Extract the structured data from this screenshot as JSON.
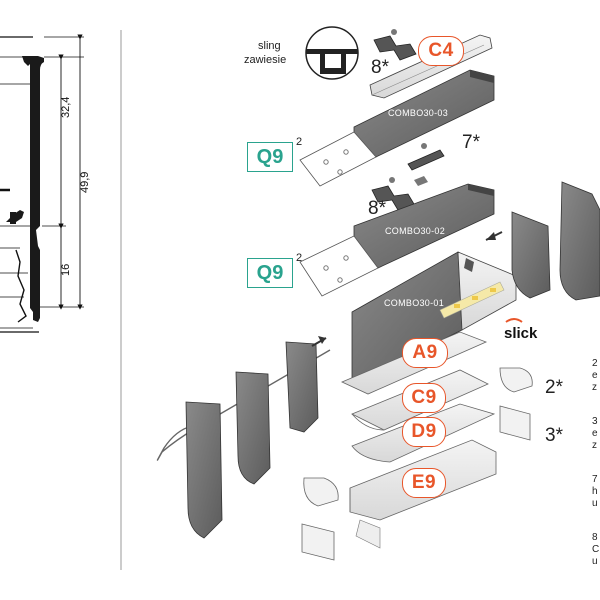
{
  "dimensions": {
    "upper": "32,4",
    "total": "49,9",
    "lower": "16"
  },
  "sling": {
    "line1": "sling",
    "line2": "zawiesie"
  },
  "badges": {
    "c4": "C4",
    "q9_top": "Q9",
    "q9_bottom": "Q9",
    "a9": "A9",
    "c9": "C9",
    "d9": "D9",
    "e9": "E9"
  },
  "superscripts": {
    "q9_top": "2",
    "q9_bottom": "2"
  },
  "quantities": {
    "q8_top": "8*",
    "q7": "7*",
    "q8_mid": "8*",
    "q2": "2*",
    "q3": "3*"
  },
  "combo_labels": {
    "c03": "COMBO30-03",
    "c02": "COMBO30-02",
    "c01": "COMBO30-01"
  },
  "brand": {
    "name": "slick"
  },
  "notes": [
    {
      "number": "2",
      "line1": "e",
      "line2": "z"
    },
    {
      "number": "3",
      "line1": "e",
      "line2": "z"
    },
    {
      "number": "7",
      "line1": "h",
      "line2": "u"
    },
    {
      "number": "8",
      "line1": "C",
      "line2": "u"
    }
  ],
  "colors": {
    "accent_orange": "#e8562a",
    "accent_teal": "#2aa38e",
    "profile_gray": "#6e6e6e",
    "outline": "#111111"
  }
}
